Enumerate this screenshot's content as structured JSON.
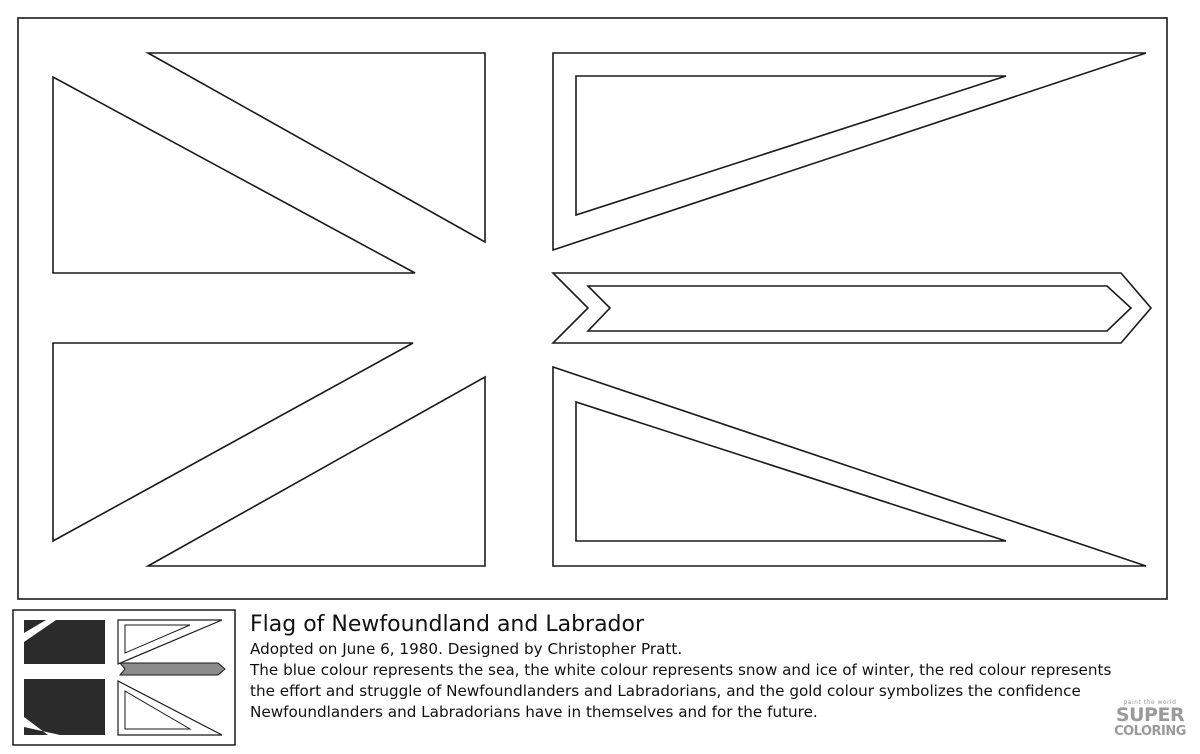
{
  "caption": {
    "title": "Flag of Newfoundland and Labrador",
    "adopted": "Adopted on June 6, 1980. Designed by  Christopher Pratt.",
    "description_lines": [
      "The blue colour represents the sea, the white colour represents snow and ice of winter, the red colour represents",
      "the effort and struggle of Newfoundlanders and Labradorians, and the gold colour symbolizes the confidence",
      "Newfoundlanders and Labradorians have in themselves and for the future."
    ]
  },
  "watermark": {
    "tagline": "paint the world",
    "brand_top": "SUPER",
    "brand_bottom": "COLORING"
  },
  "colors": {
    "outline": "#1a1a1a",
    "thumb_dark": "#2b2b2b",
    "thumb_arrow": "#8c8c8c",
    "watermark": "#9a9a9a"
  }
}
